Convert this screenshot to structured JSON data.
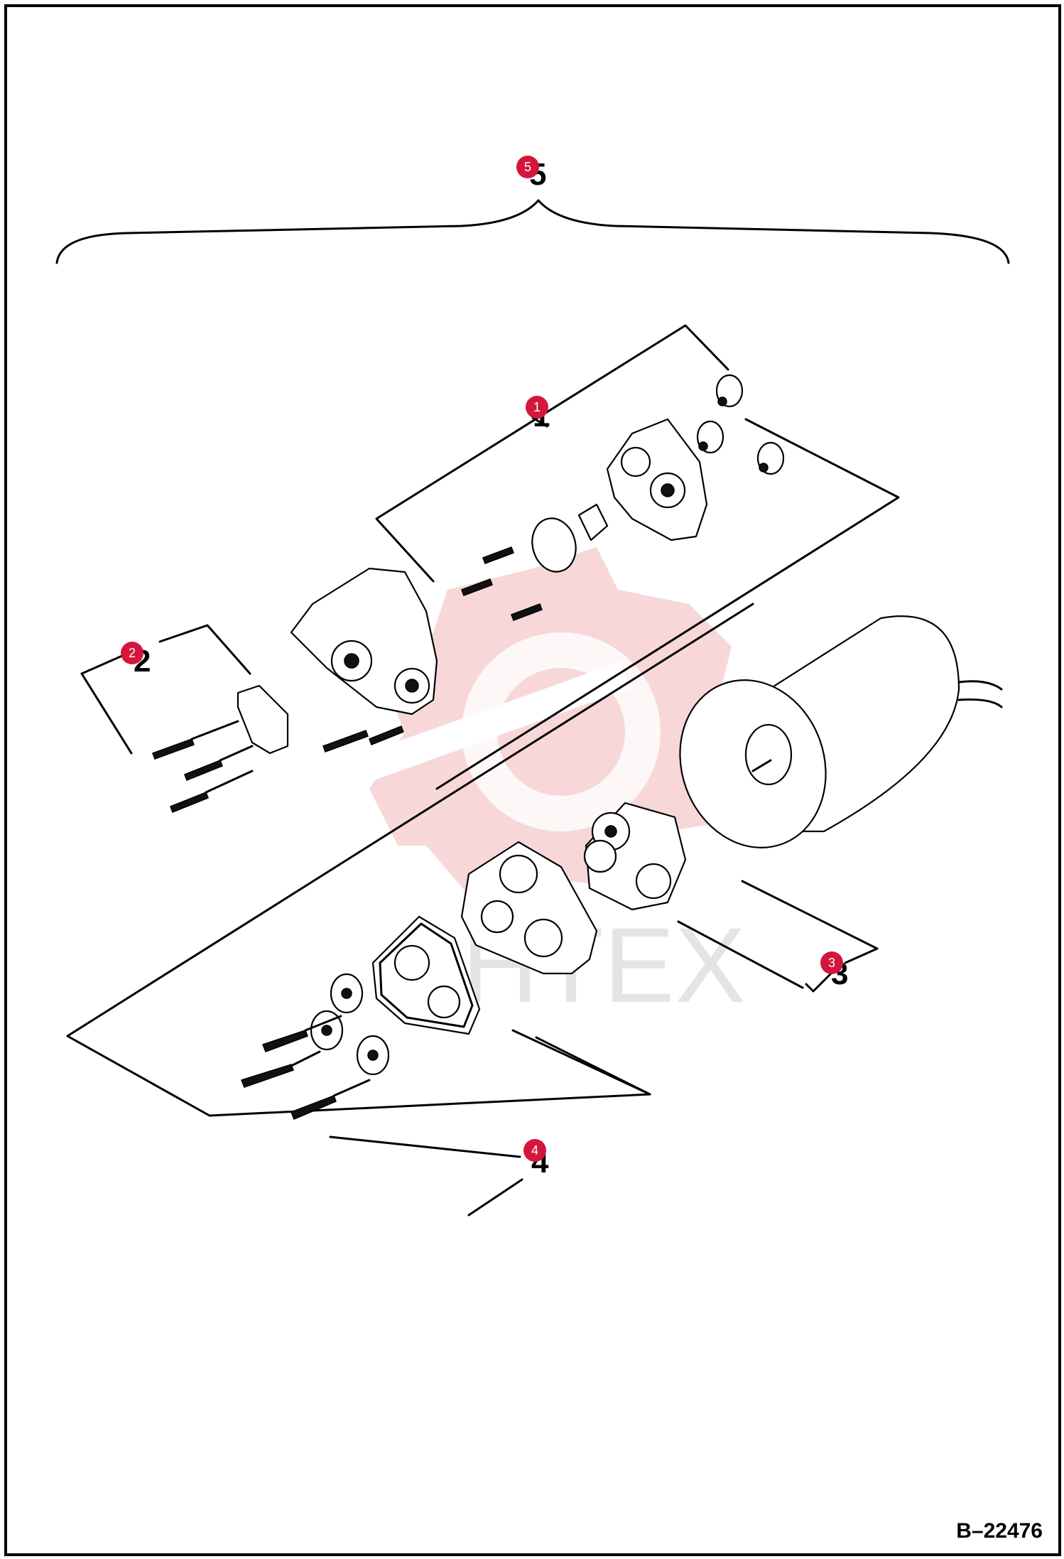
{
  "figure_id": "B–22476",
  "watermark": {
    "text": "HTEX",
    "color": "#f2b8b8"
  },
  "callouts": [
    {
      "id": "1",
      "label": "1"
    },
    {
      "id": "2",
      "label": "2"
    },
    {
      "id": "3",
      "label": "3"
    },
    {
      "id": "4",
      "label": "4"
    },
    {
      "id": "5",
      "label": "5"
    }
  ],
  "colors": {
    "callout_fill": "#d4163c",
    "line": "#000000",
    "background": "#ffffff"
  }
}
